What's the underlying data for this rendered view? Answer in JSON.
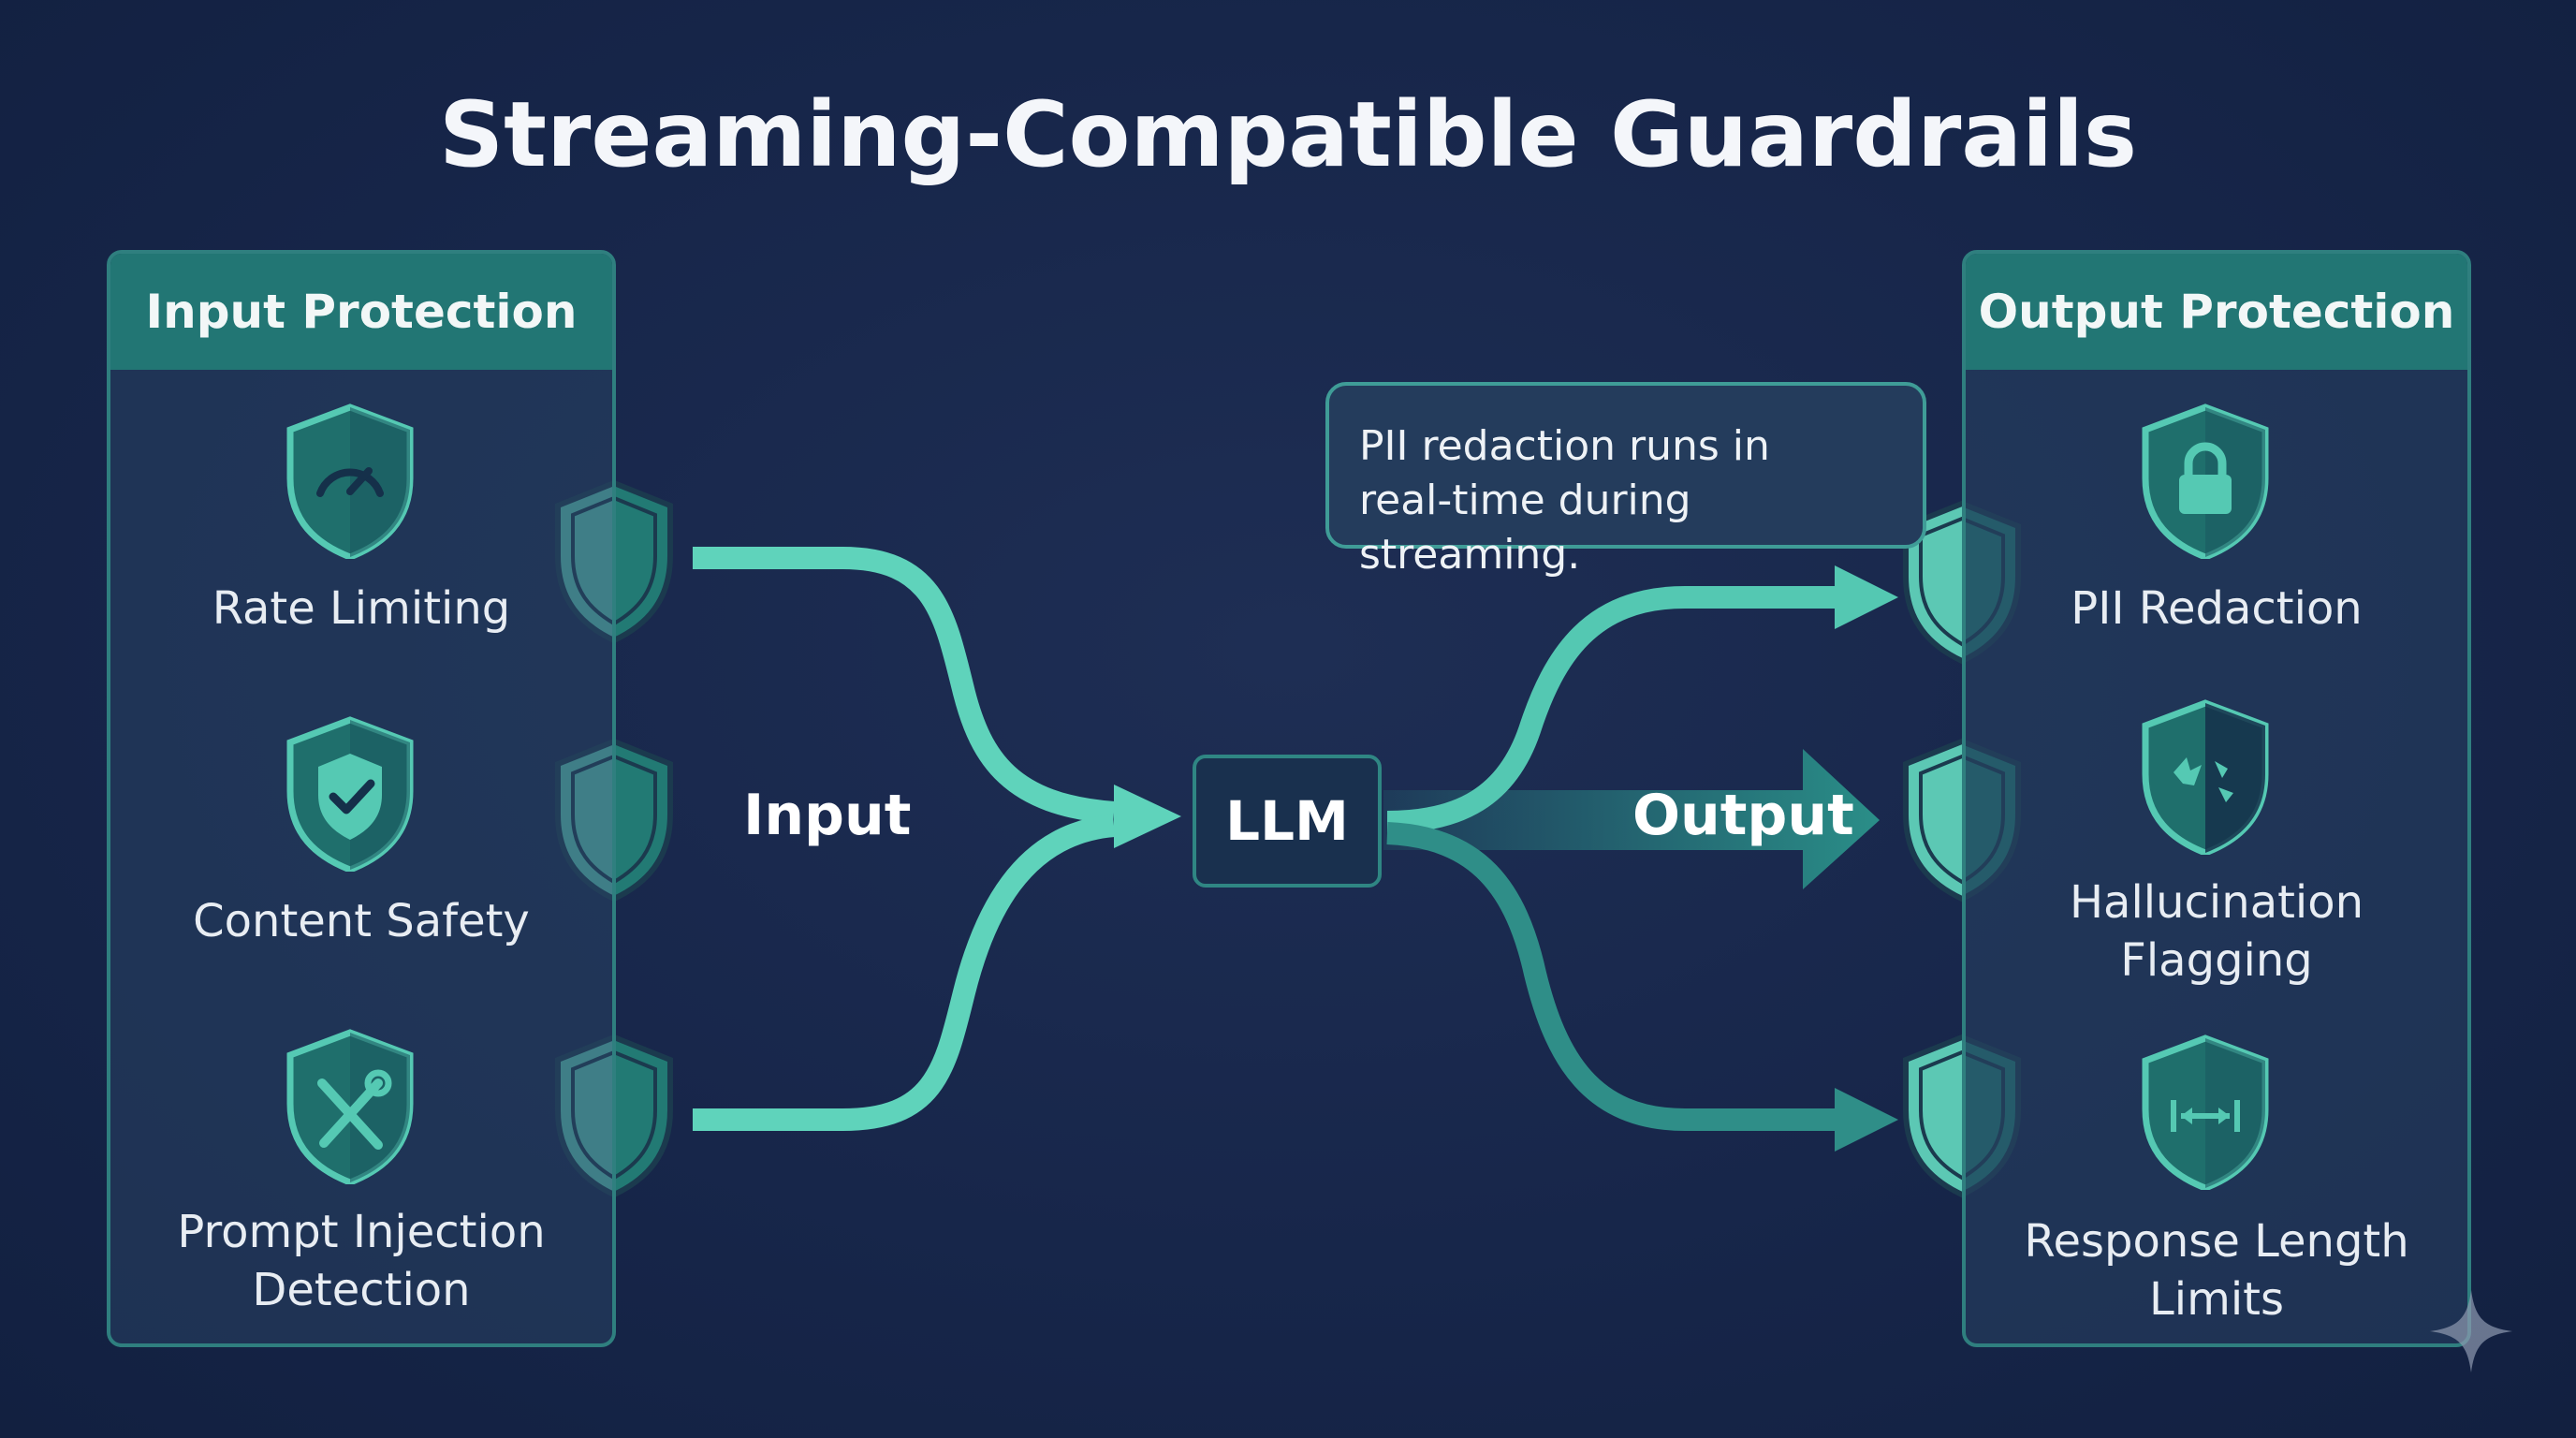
{
  "title": "Streaming-Compatible Guardrails",
  "input_panel": {
    "header": "Input Protection",
    "items": [
      {
        "label": "Rate Limiting",
        "icon": "speedometer-shield-icon"
      },
      {
        "label_lines": [
          "Content Safety"
        ],
        "icon": "checkmark-shield-icon"
      },
      {
        "label_lines": [
          "Prompt Injection",
          "Detection"
        ],
        "icon": "crossed-tools-shield-icon"
      }
    ]
  },
  "output_panel": {
    "header": "Output Protection",
    "items": [
      {
        "label": "PII Redaction",
        "icon": "lock-shield-icon"
      },
      {
        "label_lines": [
          "Hallucination",
          "Flagging"
        ],
        "icon": "broken-shield-icon"
      },
      {
        "label_lines": [
          "Response Length",
          "Limits"
        ],
        "icon": "length-arrows-shield-icon"
      }
    ]
  },
  "flow": {
    "input_label": "Input",
    "llm_label": "LLM",
    "output_label": "Output"
  },
  "callout": {
    "lines": [
      "PII redaction runs in",
      "real-time during streaming."
    ]
  },
  "colors": {
    "background": "#182646",
    "accent": "#5fd3bb",
    "panel_header": "#227674",
    "panel_border": "#2f7f7f"
  }
}
